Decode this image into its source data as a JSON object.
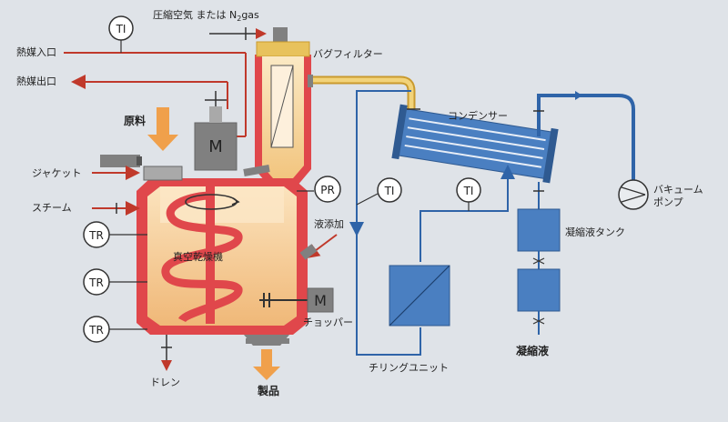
{
  "labels": {
    "gas": "圧縮空気 または N",
    "gas_sub": "2",
    "gas_tail": "gas",
    "heat_in": "熱媒入口",
    "heat_out": "熱媒出口",
    "raw": "原料",
    "jacket": "ジャケット",
    "steam": "スチーム",
    "dryer": "真空乾燥機",
    "liquid_add": "液添加",
    "chopper": "チョッパー",
    "drain": "ドレン",
    "product": "製品",
    "bag_filter": "バグフィルター",
    "condenser": "コンデンサー",
    "chilling": "チリングユニット",
    "cond_tank": "凝縮液タンク",
    "condensate": "凝縮液",
    "vacuum_pump_1": "バキューム",
    "vacuum_pump_2": "ポンプ",
    "motor": "M",
    "ti": "TI",
    "tr": "TR",
    "pr": "PR"
  },
  "colors": {
    "background": "#dfe3e8",
    "jacket": "#e0474b",
    "vessel_fill": "#f6c98e",
    "vessel_light": "#fdf0dc",
    "motor": "#808080",
    "cooling": "#4a7fc1",
    "steam_line": "#c0392b",
    "arrow": "#f0a04b",
    "gold_pipe": "#e8c25c"
  }
}
